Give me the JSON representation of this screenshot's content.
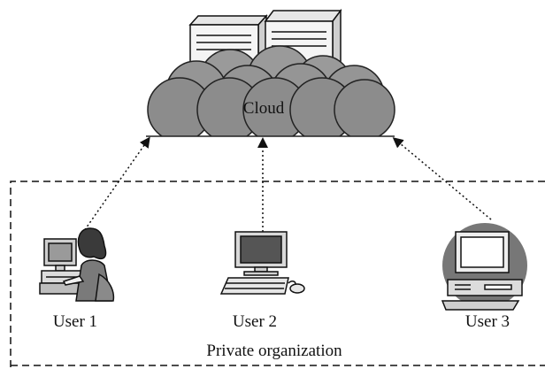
{
  "cloud": {
    "label": "Cloud"
  },
  "users": [
    {
      "label": "User 1"
    },
    {
      "label": "User 2"
    },
    {
      "label": "User 3"
    }
  ],
  "organization": {
    "label": "Private organization"
  },
  "colors": {
    "cloud_fill": "#8a8a8a",
    "cloud_stroke": "#222222",
    "server_fill": "#f2f2f2",
    "outline": "#111111"
  }
}
